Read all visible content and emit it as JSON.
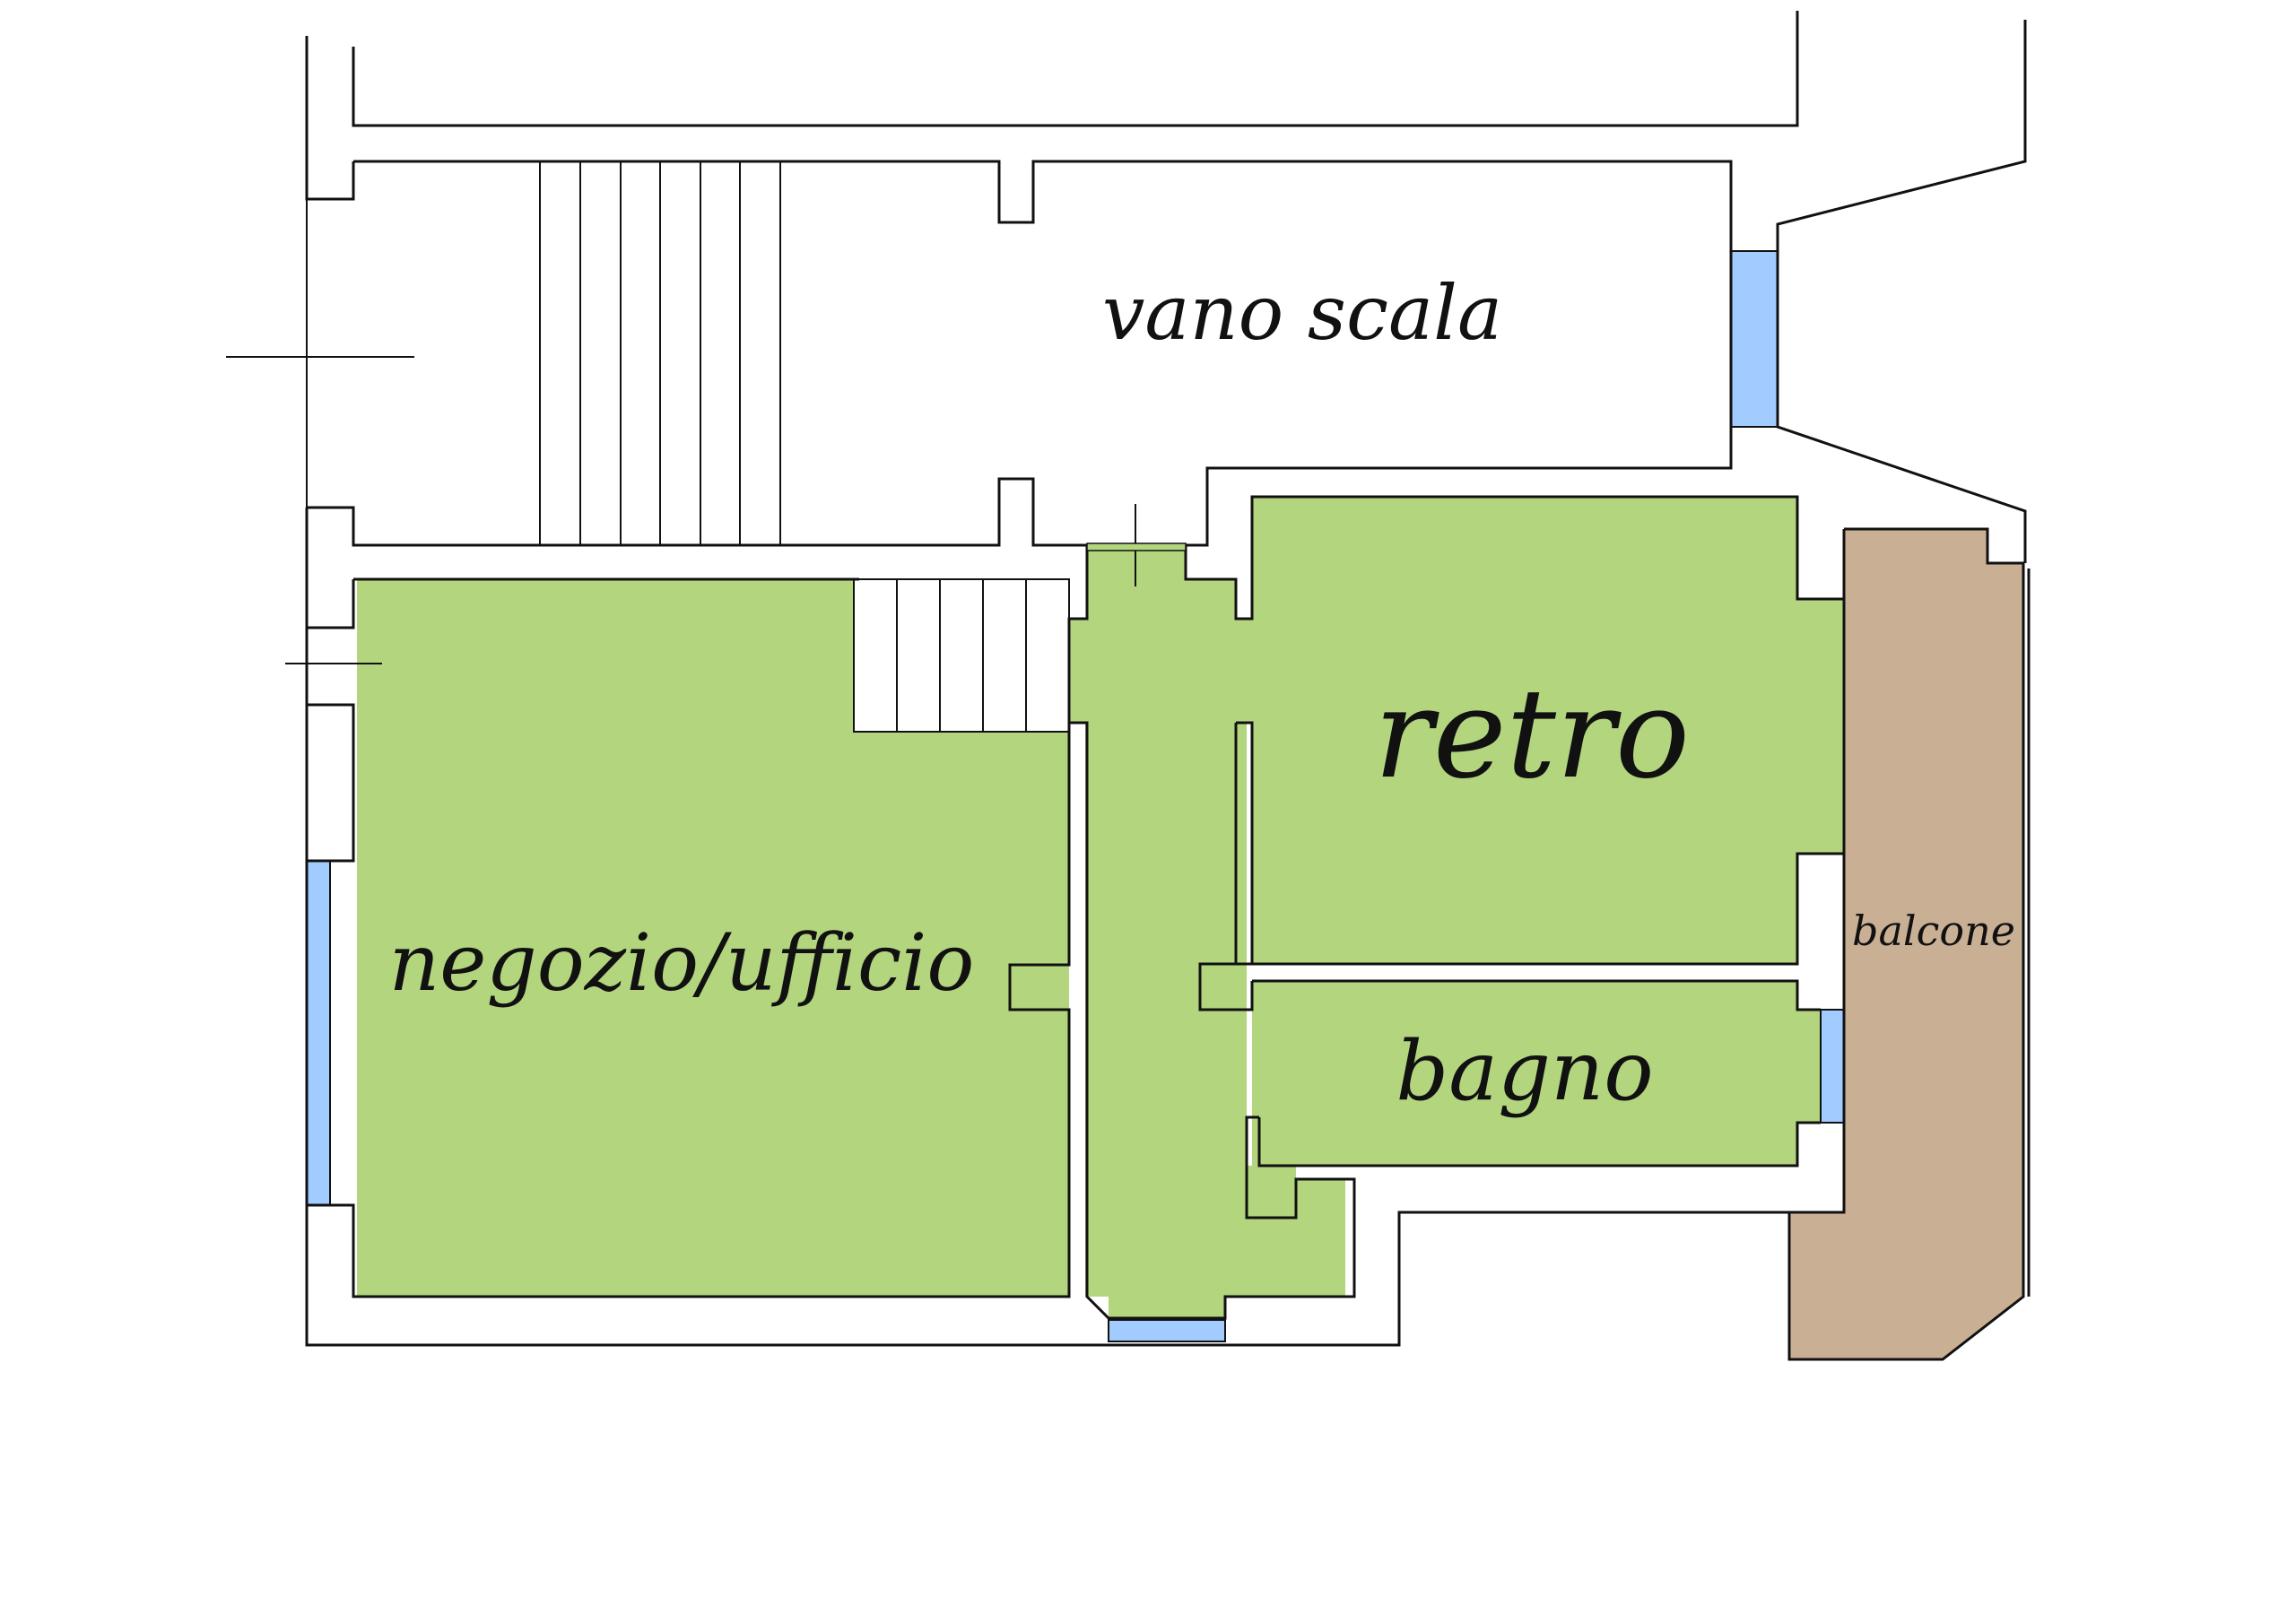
{
  "floor_plan": {
    "rooms": [
      {
        "id": "vano-scala",
        "label": "vano scala"
      },
      {
        "id": "negozio-ufficio",
        "label": "negozio/ufficio"
      },
      {
        "id": "retro",
        "label": "retro"
      },
      {
        "id": "bagno",
        "label": "bagno"
      },
      {
        "id": "balcone",
        "label": "balcone"
      }
    ],
    "colors": {
      "room_fill": "#b2d57e",
      "balcony_fill": "#c9b095",
      "window_fill": "#a2ccff",
      "wall_stroke": "#111111",
      "background": "#ffffff"
    }
  }
}
